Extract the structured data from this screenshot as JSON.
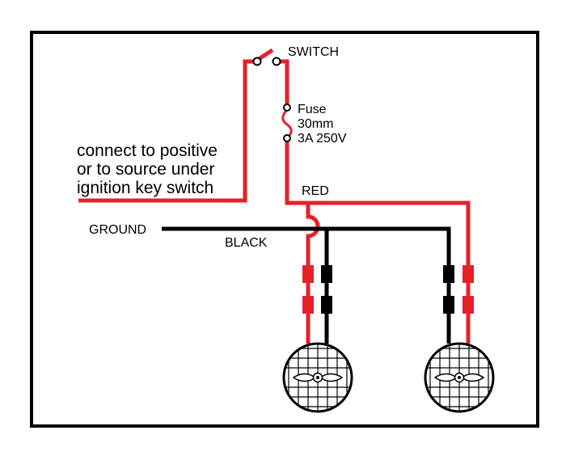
{
  "labels": {
    "switch": "SWITCH",
    "fuse_name": "Fuse",
    "fuse_size": "30mm",
    "fuse_rating": "3A  250V",
    "connect_line1": "connect to positive",
    "connect_line2": "or to source under",
    "connect_line3": "ignition key switch",
    "red": "RED",
    "ground": "GROUND",
    "black": "BLACK"
  },
  "colors": {
    "positive_wire": "#e8202a",
    "ground_wire": "#000000",
    "frame": "#000000",
    "lamp_face": "#ffffff"
  }
}
